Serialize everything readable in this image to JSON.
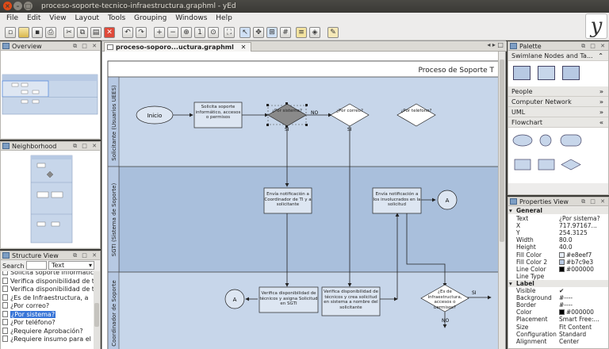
{
  "window": {
    "title": "proceso-soporte-tecnico-infraestructura.graphml - yEd"
  },
  "menu": [
    "File",
    "Edit",
    "View",
    "Layout",
    "Tools",
    "Grouping",
    "Windows",
    "Help"
  ],
  "logo_letter": "y",
  "panels": {
    "overview": "Overview",
    "neighborhood": "Neighborhood",
    "structure": "Structure View",
    "palette": "Palette",
    "properties": "Properties View"
  },
  "structure": {
    "search_label": "Search",
    "search_mode": "Text",
    "items": [
      "Solicita soporte informatico",
      "Verifica disponibilidad de t",
      "Verifica disponibilidad de t",
      "¿Es de Infraestructura, a",
      "¿Por correo?",
      "¿Por sistema?",
      "¿Por teléfono?",
      "¿Requiere Aprobación?",
      "¿Requiere insumo para el"
    ],
    "selected_index": 5
  },
  "document_tab": "proceso-soporo...uctura.graphml",
  "diagram": {
    "pool_title": "Proceso de Soporte T",
    "lanes": [
      "Solicitante (Usuarios UEES)",
      "SGTI (Sistema de Soporte)",
      "Coordinador de Soporte"
    ],
    "nodes": {
      "start": "Inicio",
      "solicita": "Solicita soporte informático, accesos o permisos",
      "por_sistema": "¿Por sistema?",
      "por_correo": "¿Por correo?",
      "por_telefono": "¿Por teléfono?",
      "envia_coord": "Envía notificación a Coordinador de TI y a solicitante",
      "envia_involucrados": "Envía notificación a los involucrados en la solicitud",
      "conn_a1": "A",
      "conn_a2": "A",
      "verifica_asigna": "Verifica disponibilidad de técnicos y asigna Solicitud en SGTI",
      "verifica_crea": "Verifica disponibilidad de técnicos y crea solicitud en sistema a nombre del solicitante",
      "es_infra": "¿Es de Infraestructura, accesos o permisos?"
    },
    "edge_labels": {
      "no": "NO",
      "si1": "SI",
      "si2": "SI",
      "si3": "SI",
      "no2": "NO"
    }
  },
  "palette": {
    "dropdown": "Swimlane Nodes and Ta...",
    "sections": [
      "People",
      "Computer Network",
      "UML",
      "Flowchart"
    ]
  },
  "properties": {
    "groups": {
      "general": "General",
      "label": "Label"
    },
    "rows": [
      {
        "k": "Text",
        "v": "¿Por sistema?"
      },
      {
        "k": "X",
        "v": "717.97167..."
      },
      {
        "k": "Y",
        "v": "254.3125"
      },
      {
        "k": "Width",
        "v": "80.0"
      },
      {
        "k": "Height",
        "v": "40.0"
      },
      {
        "k": "Fill Color",
        "v": "#e8eef7",
        "color": "#e8eef7"
      },
      {
        "k": "Fill Color 2",
        "v": "#b7c9e3",
        "color": "#b7c9e3"
      },
      {
        "k": "Line Color",
        "v": "#000000",
        "color": "#000000"
      },
      {
        "k": "Line Type",
        "v": ""
      }
    ],
    "label_rows": [
      {
        "k": "Visible",
        "v": "✔"
      },
      {
        "k": "Background",
        "v": "#----"
      },
      {
        "k": "Border",
        "v": "#----"
      },
      {
        "k": "Color",
        "v": "#000000",
        "color": "#000000"
      },
      {
        "k": "Placement",
        "v": "Smart Free:..."
      },
      {
        "k": "Size",
        "v": "Fit Content"
      },
      {
        "k": "Configuration",
        "v": "Standard"
      },
      {
        "k": "Alignment",
        "v": "Center"
      }
    ]
  },
  "colors": {
    "lane_header": "#b7c9e3",
    "lane_fill": "#c7d6ea",
    "accent_selected": "#3875d7"
  }
}
